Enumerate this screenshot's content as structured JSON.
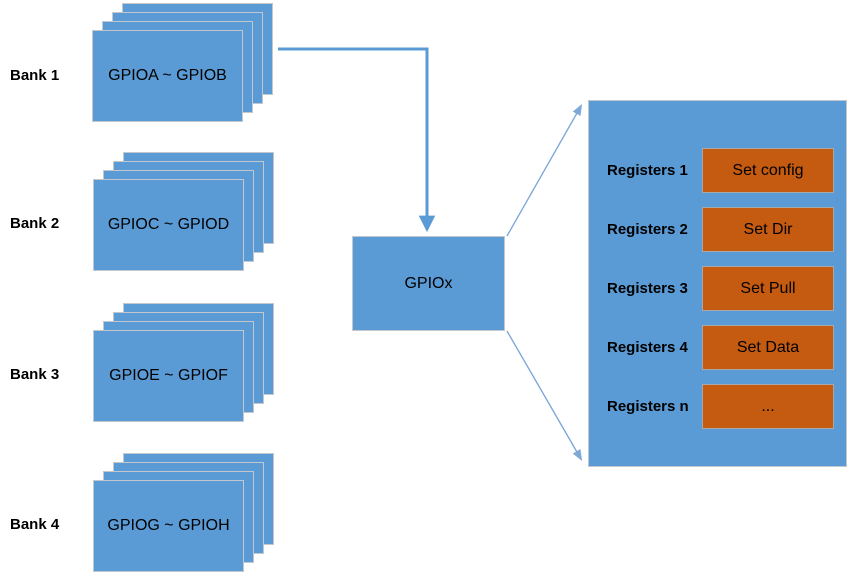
{
  "banks": [
    {
      "label": "Bank 1",
      "card": "GPIOA ~ GPIOB"
    },
    {
      "label": "Bank 2",
      "card": "GPIOC ~ GPIOD"
    },
    {
      "label": "Bank 3",
      "card": "GPIOE ~ GPIOF"
    },
    {
      "label": "Bank 4",
      "card": "GPIOG ~ GPIOH"
    }
  ],
  "hub": {
    "label": "GPIOx"
  },
  "registers": [
    {
      "label": "Registers 1",
      "action": "Set config"
    },
    {
      "label": "Registers 2",
      "action": "Set Dir"
    },
    {
      "label": "Registers 3",
      "action": "Set Pull"
    },
    {
      "label": "Registers 4",
      "action": "Set Data"
    },
    {
      "label": "Registers n",
      "action": "..."
    }
  ],
  "colors": {
    "shape_blue": "#5b9bd5",
    "action_orange": "#c55a11",
    "arrow_blue": "#5b9bd5",
    "thin_arrow_blue": "#7fa8d9",
    "shape_border": "#c3c8ce",
    "text": "#000000",
    "background": "#ffffff"
  }
}
